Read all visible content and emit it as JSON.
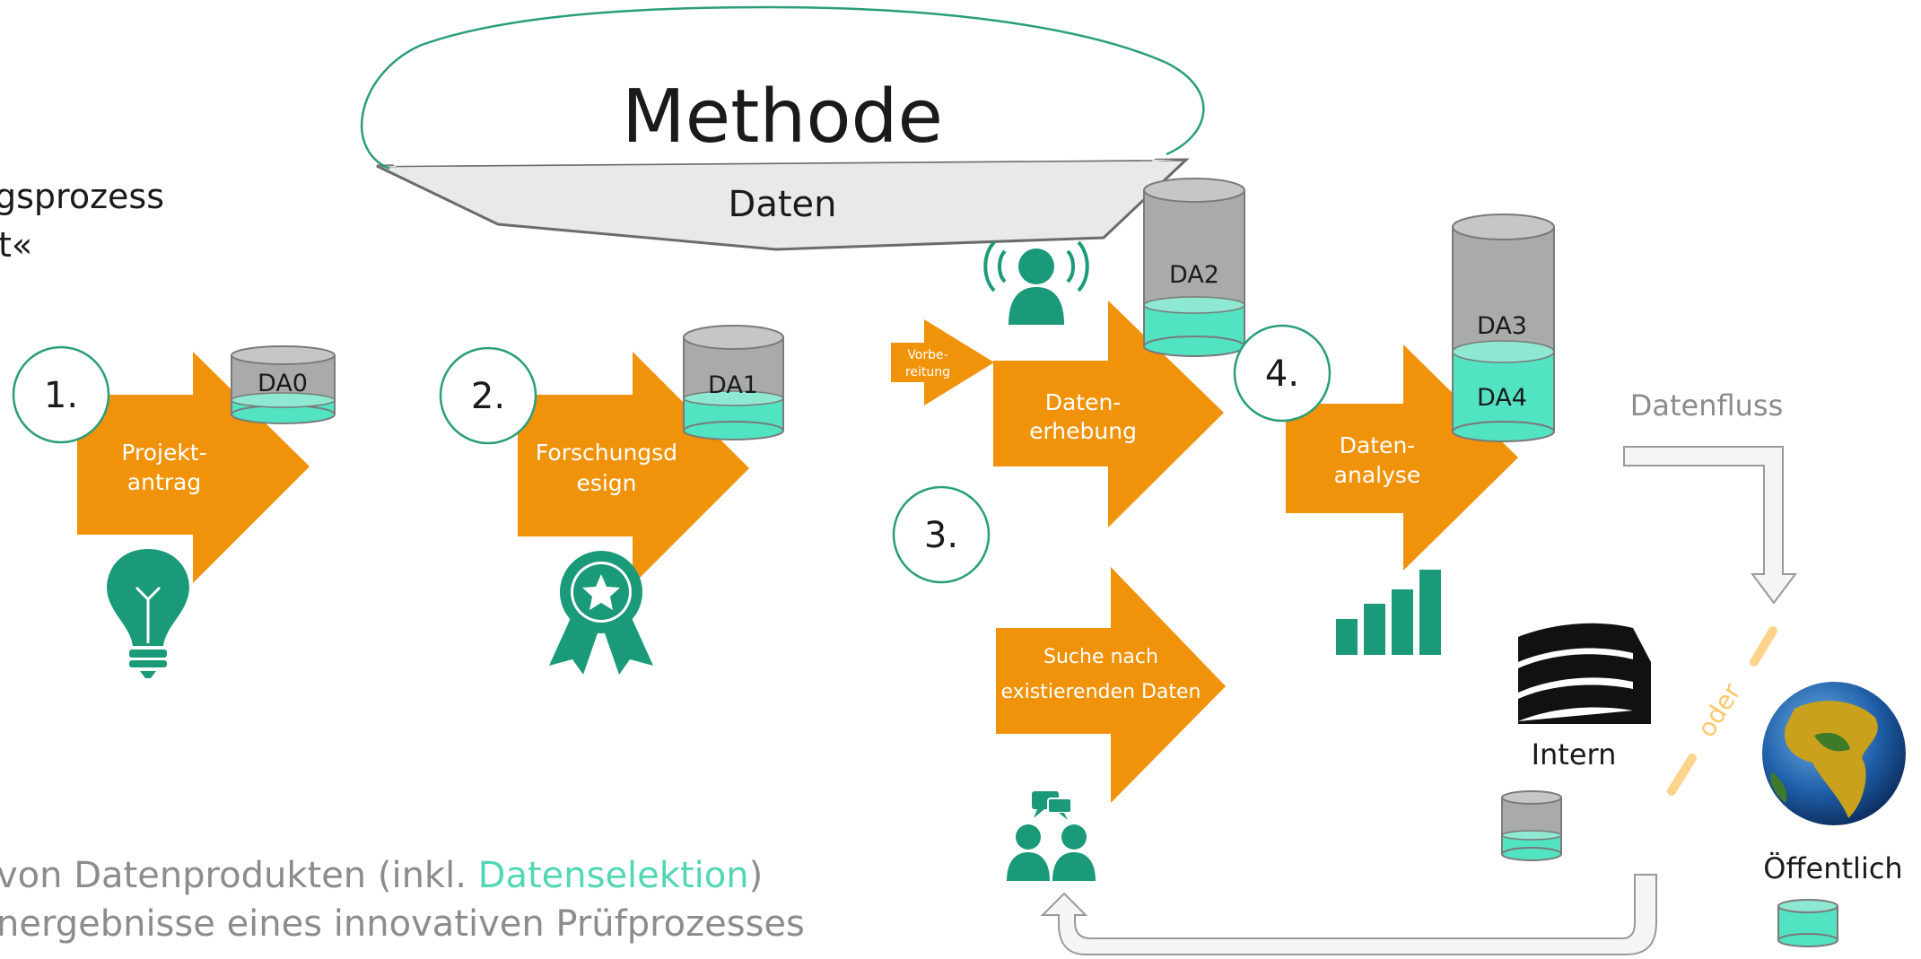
{
  "title": {
    "line1": "gsprozess",
    "line2": "t«"
  },
  "method": {
    "label": "Methode",
    "data_label": "Daten"
  },
  "steps": [
    {
      "number": "1.",
      "arrow_label": [
        "Projekt-",
        "antrag"
      ],
      "db_label": "DA0",
      "fill_level": 0.3,
      "icon": "lightbulb-icon"
    },
    {
      "number": "2.",
      "arrow_label": [
        "Forschungsd",
        "esign"
      ],
      "db_label": "DA1",
      "fill_level": 0.35,
      "icon": "award-ribbon-icon"
    },
    {
      "number": "3.",
      "prep_label": [
        "Vorbe-",
        "reitung"
      ],
      "arrow_label": [
        "Daten-",
        "erhebung"
      ],
      "db_label": "DA2",
      "fill_level": 0.35,
      "icon": "person-broadcast-icon",
      "alt_arrow_label": [
        "Suche nach",
        "existierenden Daten"
      ],
      "alt_icon": "people-chat-icon"
    },
    {
      "number": "4.",
      "arrow_label": [
        "Daten-",
        "analyse"
      ],
      "db_label_upper": "DA3",
      "db_label_lower": "DA4",
      "fill_level": 0.4,
      "icon": "bar-chart-icon"
    }
  ],
  "dataflow": {
    "label": "Datenfluss",
    "oder": "oder",
    "intern_label": "Intern",
    "public_label": "Öffentlich",
    "intern_icon": "building-icon",
    "public_icon": "globe-icon"
  },
  "bottom_text": {
    "line1_prefix": "von Datenprodukten (inkl. ",
    "line1_highlight": "Datenselektion",
    "line1_suffix": ")",
    "line2": "nergebnisse eines innovativen Prüfprozesses"
  },
  "colors": {
    "arrow_orange": "#f0930a",
    "teal": "#1a9a78",
    "db_fill": "#52e3c2",
    "db_gray": "#a9abab",
    "ring": "#2a9d7a"
  }
}
